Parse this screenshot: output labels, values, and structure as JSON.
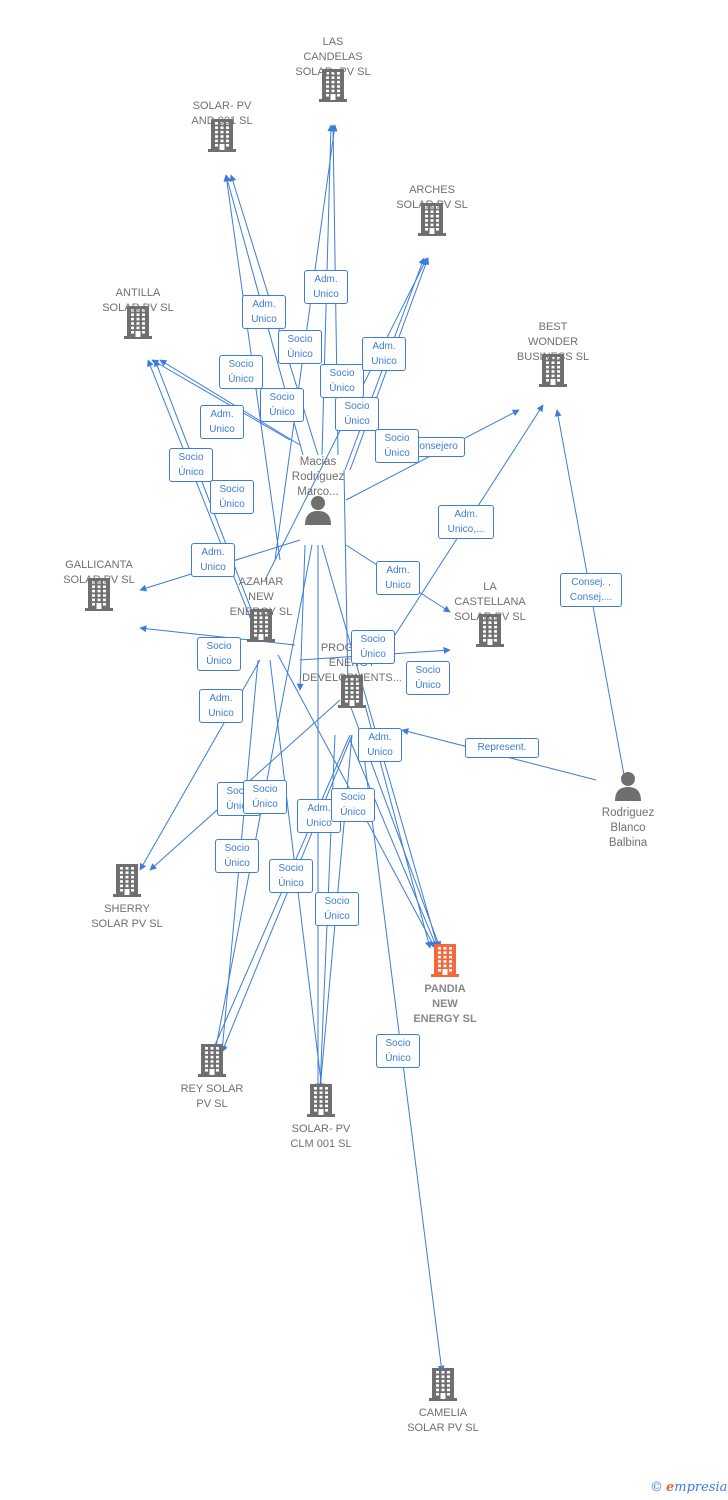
{
  "colors": {
    "edge": "#3b7dd8",
    "node": "#6f6f6f",
    "focus": "#f26a3c",
    "background": "#ffffff"
  },
  "nodes": [
    {
      "id": "las_candelas",
      "kind": "company",
      "label": "LAS\nCANDELAS\nSOLAR- PV  SL",
      "icon": "building-icon"
    },
    {
      "id": "solar_pv_and",
      "kind": "company",
      "label": "SOLAR- PV\nAND 001  SL",
      "icon": "building-icon"
    },
    {
      "id": "arches",
      "kind": "company",
      "label": "ARCHES\nSOLAR PV  SL",
      "icon": "building-icon"
    },
    {
      "id": "antilla",
      "kind": "company",
      "label": "ANTILLA\nSOLAR PV  SL",
      "icon": "building-icon"
    },
    {
      "id": "best_wonder",
      "kind": "company",
      "label": "BEST\nWONDER\nBUSINESS SL",
      "icon": "building-icon"
    },
    {
      "id": "macias",
      "kind": "person",
      "label": "Macias\nRodriguez\nMarco...",
      "icon": "person-icon"
    },
    {
      "id": "gallicanta",
      "kind": "company",
      "label": "GALLICANTA\nSOLAR PV  SL",
      "icon": "building-icon"
    },
    {
      "id": "azahar",
      "kind": "company",
      "label": "AZAHAR\nNEW\nENERGY  SL",
      "icon": "building-icon"
    },
    {
      "id": "la_castellana",
      "kind": "company",
      "label": "LA\nCASTELLANA\nSOLAR PV  SL",
      "icon": "building-icon"
    },
    {
      "id": "progress",
      "kind": "company",
      "label": "PROGRESS\nENERGY\nDEVELOPMENTS...",
      "icon": "building-icon"
    },
    {
      "id": "rodriguez",
      "kind": "person",
      "label": "Rodriguez\nBlanco\nBalbina",
      "icon": "person-icon"
    },
    {
      "id": "sherry",
      "kind": "company",
      "label": "SHERRY\nSOLAR PV  SL",
      "icon": "building-icon"
    },
    {
      "id": "pandia",
      "kind": "focus",
      "label": "PANDIA\nNEW\nENERGY  SL",
      "icon": "building-icon"
    },
    {
      "id": "rey_solar",
      "kind": "company",
      "label": "REY SOLAR\nPV  SL",
      "icon": "building-icon"
    },
    {
      "id": "solar_pv_clm",
      "kind": "company",
      "label": "SOLAR- PV\nCLM 001  SL",
      "icon": "building-icon"
    },
    {
      "id": "camelia",
      "kind": "company",
      "label": "CAMELIA\nSOLAR PV  SL",
      "icon": "building-icon"
    }
  ],
  "edge_labels": [
    "Adm.\nUnico",
    "Socio\nÚnico",
    "Adm.\nUnico",
    "Socio\nÚnico",
    "Socio\nÚnico",
    "Socio\nÚnico",
    "Adm.\nUnico",
    "Socio\nÚnico",
    "Socio\nÚnico",
    "Adm.\nUnico",
    "Consejero",
    "Socio\nÚnico",
    "Socio\nÚnico",
    "Adm.\nUnico,...",
    "Adm.\nUnico",
    "Consej. ,\nConsej....",
    "Adm.\nUnico",
    "Socio\nÚnico",
    "Socio\nÚnico",
    "Socio\nÚnico",
    "Adm.\nUnico",
    "Represent.",
    "Adm.\nUnico",
    "Socio\nÚnico",
    "Adm.\nUnico",
    "Socio\nÚnico",
    "Socio\nÚnico",
    "Socio\nÚnico",
    "Socio\nÚnico",
    "Socio\nÚnico",
    "Socio\nÚnico"
  ],
  "brand": {
    "copyright": "©",
    "initial": "e",
    "rest": "mpresia"
  }
}
